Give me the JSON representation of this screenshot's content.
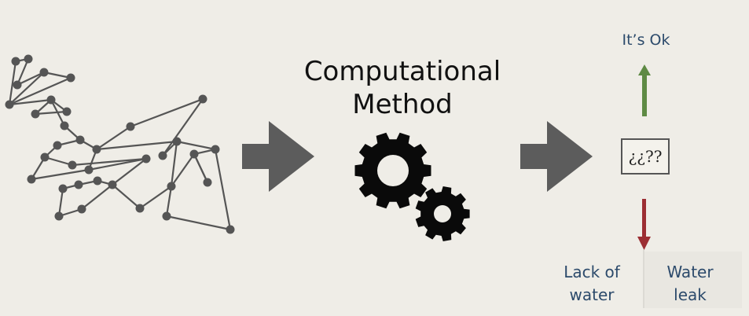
{
  "method": {
    "title_line1": "Computational",
    "title_line2": "Method"
  },
  "outcomes": {
    "unknown": "¿¿??",
    "ok": "It’s Ok",
    "lack_line1": "Lack of",
    "lack_line2": "water",
    "leak_line1": "Water",
    "leak_line2": "leak"
  },
  "colors": {
    "background": "#efede7",
    "graph": "#555555",
    "arrow": "#5c5c5c",
    "gear": "#0a0a0a",
    "ok_arrow": "#5e8a44",
    "fail_arrow": "#9c2e33",
    "text_blue": "#2c4a6b"
  },
  "icons": [
    "network-graph-icon",
    "gear-icon"
  ]
}
